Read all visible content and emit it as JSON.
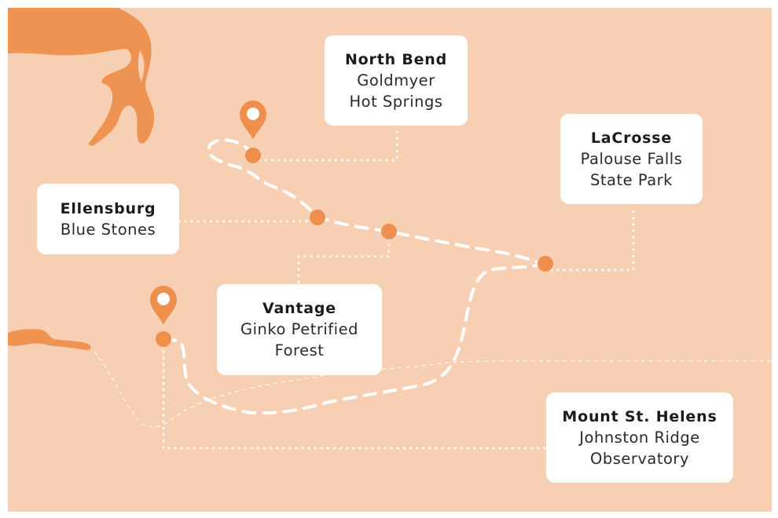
{
  "colors": {
    "background": "#F7D0B3",
    "land": "#EE9352",
    "route": "#FFFFFF",
    "marker": "#EE8F4E",
    "card": "#FFFFFF"
  },
  "icons": [
    "map-pin-icon",
    "map-pin-icon"
  ],
  "locations": [
    {
      "id": "north-bend",
      "title": "North Bend",
      "subtitle": "Goldmyer\nHot Springs"
    },
    {
      "id": "lacrosse",
      "title": "LaCrosse",
      "subtitle": "Palouse Falls\nState Park"
    },
    {
      "id": "ellensburg",
      "title": "Ellensburg",
      "subtitle": "Blue Stones"
    },
    {
      "id": "vantage",
      "title": "Vantage",
      "subtitle": "Ginko Petrified\nForest"
    },
    {
      "id": "mount-st-helens",
      "title": "Mount St. Helens",
      "subtitle": "Johnston Ridge\nObservatory"
    }
  ]
}
